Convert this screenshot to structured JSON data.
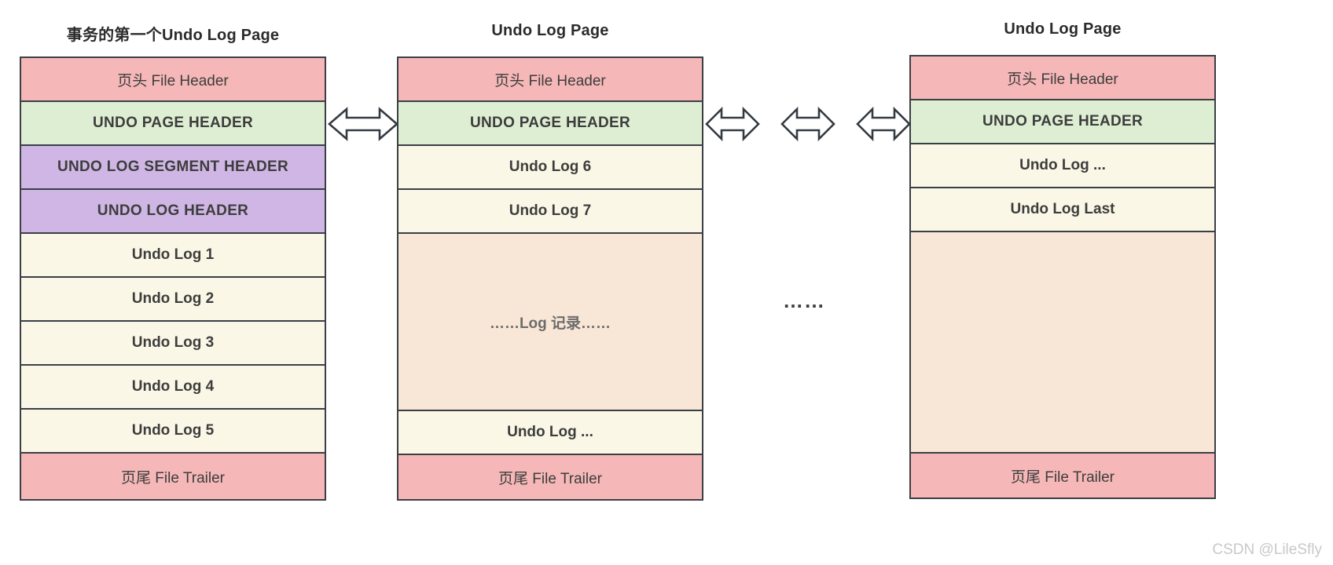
{
  "diagram": {
    "kind": "undo-log-page-linked-list",
    "watermark": "CSDN @LileSfly",
    "ellipsis_between_pages": "……",
    "colors": {
      "file_header": "#f5b7b7",
      "undo_page_header": "#deeed3",
      "undo_log_segment_header": "#cfb6e4",
      "undo_log_header": "#cfb6e4",
      "undo_log_row": "#fbf7e6",
      "free_space": "#f8e6d6",
      "border": "#3a3f46",
      "text": "#3d3d3d"
    },
    "columns": [
      {
        "title": "事务的第一个Undo Log Page",
        "rows": [
          {
            "label": "页头 File Header",
            "kind": "header"
          },
          {
            "label": "UNDO PAGE HEADER",
            "kind": "pageheader"
          },
          {
            "label": "UNDO LOG SEGMENT HEADER",
            "kind": "segheader"
          },
          {
            "label": "UNDO LOG HEADER",
            "kind": "logheader"
          },
          {
            "label": "Undo Log 1",
            "kind": "log"
          },
          {
            "label": "Undo Log 2",
            "kind": "log"
          },
          {
            "label": "Undo Log 3",
            "kind": "log"
          },
          {
            "label": "Undo Log 4",
            "kind": "log"
          },
          {
            "label": "Undo Log 5",
            "kind": "log"
          },
          {
            "label": "页尾 File Trailer",
            "kind": "trailer"
          }
        ]
      },
      {
        "title": "Undo Log Page",
        "rows": [
          {
            "label": "页头 File Header",
            "kind": "header"
          },
          {
            "label": "UNDO PAGE HEADER",
            "kind": "pageheader"
          },
          {
            "label": "Undo Log 6",
            "kind": "log"
          },
          {
            "label": "Undo Log 7",
            "kind": "log"
          },
          {
            "label": "……Log 记录……",
            "kind": "blank"
          },
          {
            "label": "Undo Log ...",
            "kind": "log"
          },
          {
            "label": "页尾 File Trailer",
            "kind": "trailer"
          }
        ]
      },
      {
        "title": "Undo Log Page",
        "rows": [
          {
            "label": "页头 File Header",
            "kind": "header"
          },
          {
            "label": "UNDO PAGE HEADER",
            "kind": "pageheader"
          },
          {
            "label": "Undo Log ...",
            "kind": "log"
          },
          {
            "label": "Undo Log Last",
            "kind": "log"
          },
          {
            "label": "",
            "kind": "blank"
          },
          {
            "label": "页尾 File Trailer",
            "kind": "trailer"
          }
        ]
      }
    ],
    "connectors": [
      {
        "name": "link-page1-page2"
      },
      {
        "name": "link-page2-next"
      },
      {
        "name": "link-middle"
      },
      {
        "name": "link-prev-pagelast"
      }
    ]
  }
}
